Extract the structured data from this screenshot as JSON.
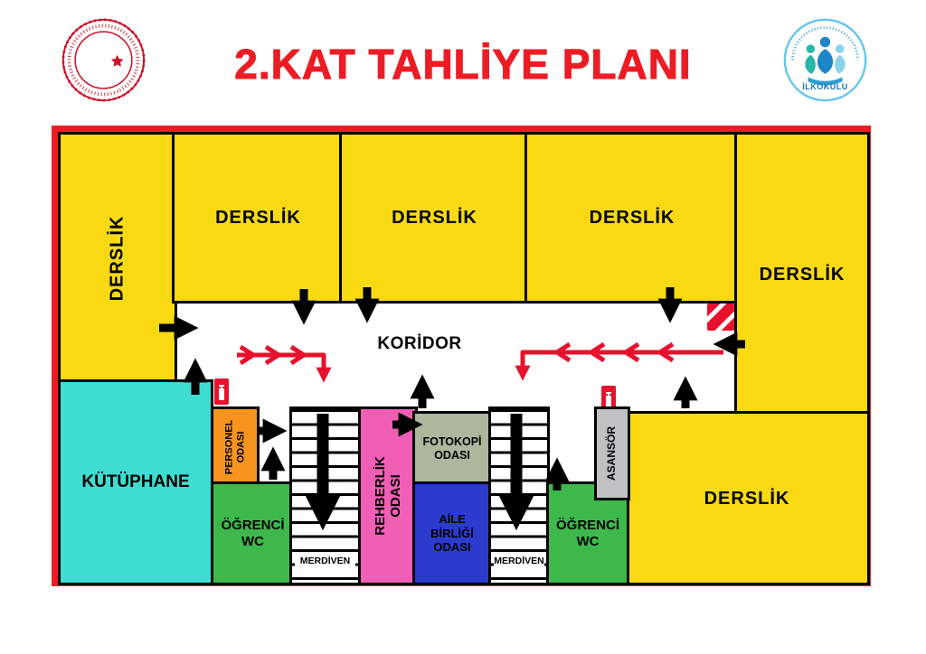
{
  "header": {
    "title": "2.KAT TAHLİYE PLANI",
    "school_logo_label": "İLKOKULU"
  },
  "plan": {
    "corridor": "KORİDOR",
    "rooms": {
      "derslik_left": "DERSLİK",
      "derslik_top_1": "DERSLİK",
      "derslik_top_2": "DERSLİK",
      "derslik_top_3": "DERSLİK",
      "derslik_right": "DERSLİK",
      "derslik_bottom_right": "DERSLİK",
      "kutuphane": "KÜTÜPHANE",
      "personel_odasi": "PERSONEL ODASI",
      "ogrenci_wc_left": "ÖĞRENCİ WC",
      "merdiven_left": "MERDİVEN",
      "rehberlik_odasi": "REHBERLİK ODASI",
      "fotokopi_odasi": "FOTOKOPİ ODASI",
      "aile_birligi_odasi": "AİLE BİRLİĞİ ODASI",
      "merdiven_right": "MERDİVEN",
      "ogrenci_wc_right": "ÖĞRENCİ WC",
      "asansor": "ASANSÖR"
    },
    "icons": {
      "fire_extinguisher": "fire-extinguisher-icon",
      "fire_hose_cabinet": "fire-hose-cabinet-icon",
      "room_exit_arrow": "black-exit-arrow-icon",
      "stair_down_arrow": "stair-down-arrow-icon",
      "evacuation_route": "red-evacuation-route-arrow-icon"
    },
    "colors": {
      "plan_border_red": "#ED1C24",
      "title_red": "#ED1C24",
      "route_red": "#E8112D",
      "classroom_yellow": "#F8D912",
      "library_cyan": "#3FDCD2",
      "wc_green": "#3CB94A",
      "staff_room_orange": "#F7941E",
      "guidance_room_magenta": "#F05FB5",
      "photocopy_room_sage": "#ACB79D",
      "parents_union_blue": "#2B3BCE",
      "elevator_gray": "#BFC1C3",
      "arrow_black": "#000000"
    }
  }
}
